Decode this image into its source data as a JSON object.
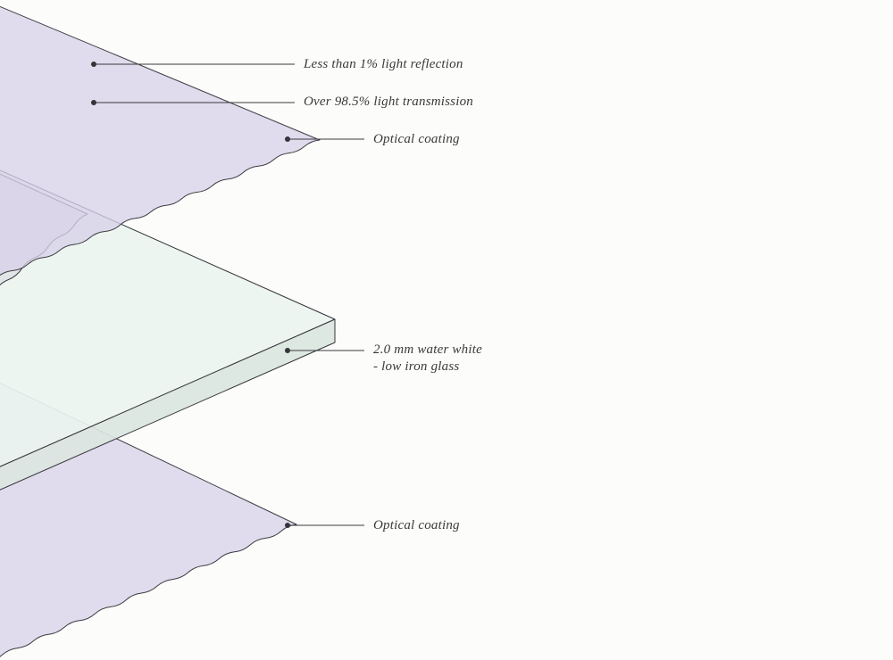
{
  "diagram": {
    "description": "Exploded layer diagram of anti-reflective glass",
    "background": "#fcfcfb",
    "outline_color": "#3c3c42",
    "leader_color": "#3a3a3e",
    "text_color": "#3a3a3a",
    "layers": [
      {
        "name": "optical-coating-top",
        "color": "#d7d1e9"
      },
      {
        "name": "intermediate-sheet",
        "color": "#dfe0e6"
      },
      {
        "name": "glass-top-face",
        "color": "#eaf4ef"
      },
      {
        "name": "glass-front-face",
        "color": "#dbe6e0"
      },
      {
        "name": "optical-coating-bottom",
        "color": "#d7d1e9"
      }
    ],
    "labels": [
      {
        "text": "Less than 1% light reflection"
      },
      {
        "text": "Over 98.5% light transmission"
      },
      {
        "text": "Optical coating"
      },
      {
        "text": "2.0 mm water white\n- low iron glass"
      },
      {
        "text": "Optical coating"
      }
    ]
  }
}
